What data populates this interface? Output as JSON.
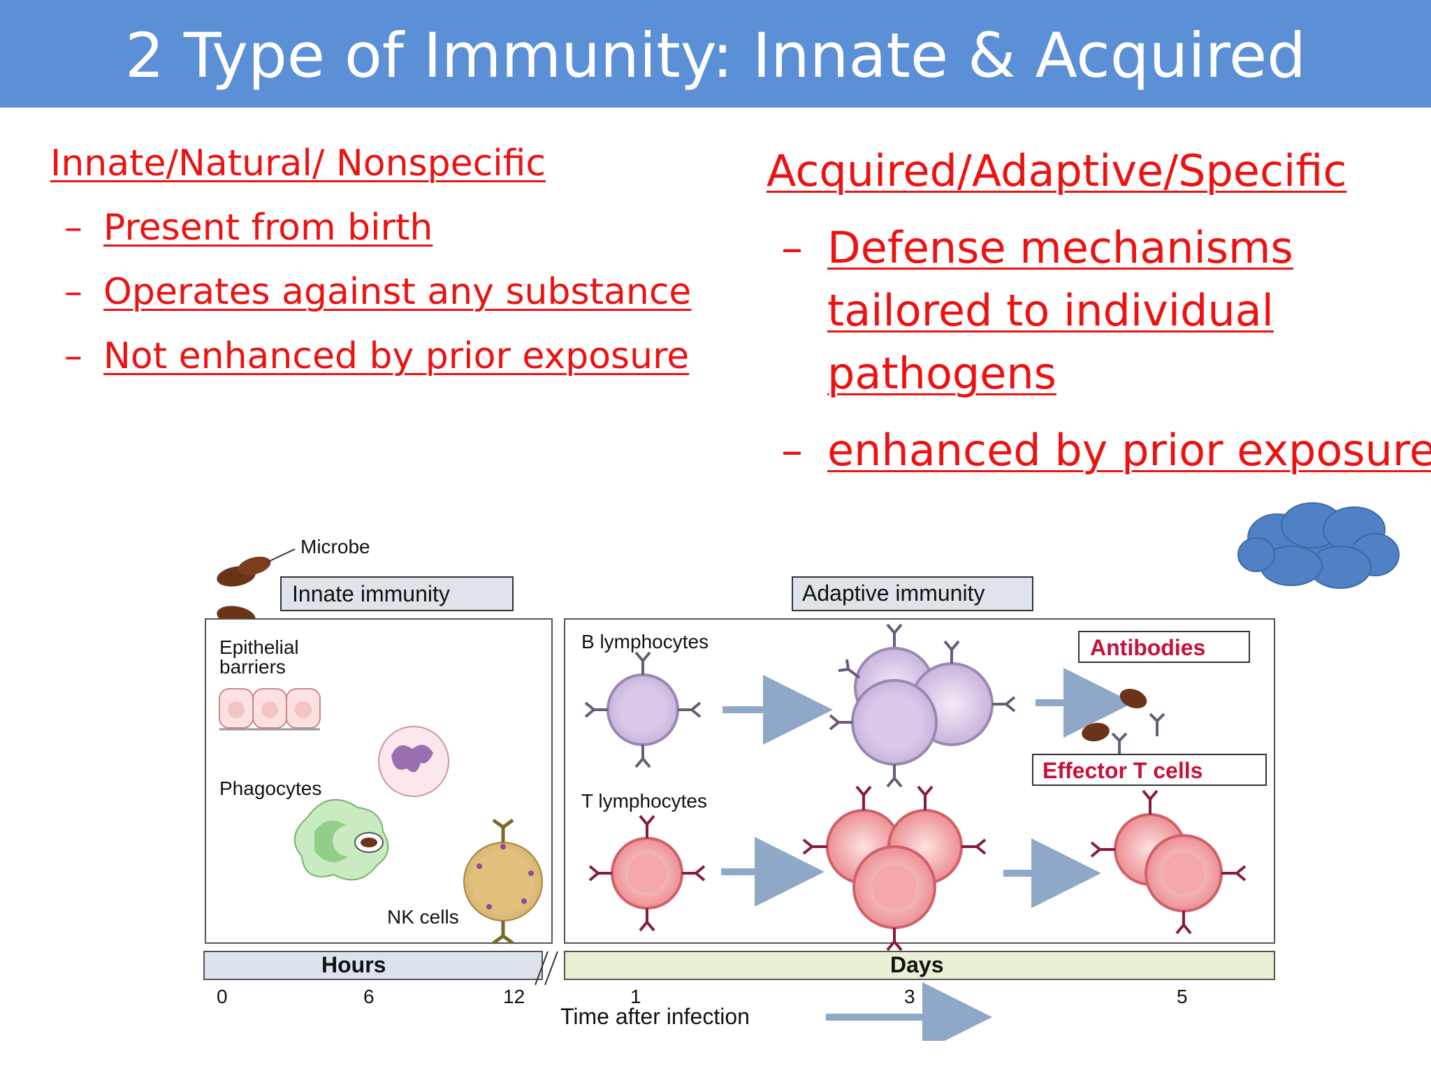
{
  "title": "2 Type of Immunity: Innate & Acquired",
  "innate": {
    "heading": "Innate/Natural/ Nonspecific",
    "bullets": [
      "Present from birth",
      "Operates against any substance",
      "Not enhanced by prior exposure"
    ]
  },
  "acquired": {
    "heading": "Acquired/Adaptive/Specific",
    "bullets": [
      {
        "lines": [
          "Defense mechanisms",
          "tailored to individual",
          "pathogens"
        ]
      },
      {
        "lines": [
          "enhanced by prior exposure"
        ]
      }
    ]
  },
  "bullet_marker": "–",
  "figure": {
    "microbe_label": "Microbe",
    "innate_box_label": "Innate immunity",
    "adaptive_box_label": "Adaptive immunity",
    "epithelial_label_1": "Epithelial",
    "epithelial_label_2": "barriers",
    "phagocytes_label": "Phagocytes",
    "nk_label": "NK cells",
    "b_lymph_label": "B lymphocytes",
    "t_lymph_label": "T lymphocytes",
    "antibodies_label": "Antibodies",
    "effector_label": "Effector T cells",
    "hours_label": "Hours",
    "days_label": "Days",
    "hour_ticks": [
      "0",
      "6",
      "12"
    ],
    "day_ticks": [
      "1",
      "3",
      "5"
    ],
    "time_label": "Time after infection"
  },
  "colors": {
    "title_bar": "#5b8fd6",
    "bullet_text": "#ee1111",
    "label_red": "#c8103a",
    "hours_bar": "#dde3ee",
    "days_bar": "#e8f0d4",
    "cloud": "#4f81c4"
  }
}
